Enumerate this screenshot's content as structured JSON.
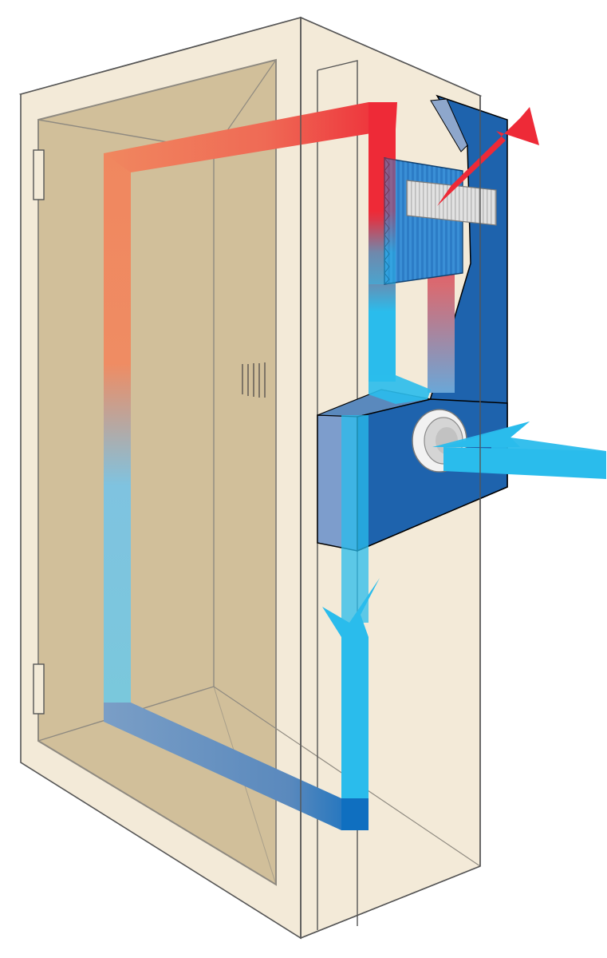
{
  "diagram": {
    "kind": "enclosure-cooling-airflow",
    "colors": {
      "background": "#ffffff",
      "cabinet_face": "#f3ead8",
      "cabinet_interior": "#d1bf9a",
      "cabinet_outline": "#555555",
      "unit_body": "#1e63ad",
      "unit_dark": "#154d8c",
      "heat_exchanger": "#3a8fd6",
      "filter": "#d6d6d6",
      "hot_air": "#ee2a37",
      "warm_air": "#f0875f",
      "cool_air": "#2abcec",
      "return_air": "#7a9ec6"
    },
    "elements": [
      {
        "name": "enclosure-cabinet"
      },
      {
        "name": "cabinet-door"
      },
      {
        "name": "door-hinge-upper"
      },
      {
        "name": "door-hinge-lower"
      },
      {
        "name": "door-vent"
      },
      {
        "name": "internal-air-loop"
      },
      {
        "name": "cooling-unit"
      },
      {
        "name": "heat-exchanger"
      },
      {
        "name": "air-filter"
      },
      {
        "name": "intake-fan"
      },
      {
        "name": "hot-exhaust-arrow"
      },
      {
        "name": "ambient-intake-arrow"
      },
      {
        "name": "cold-supply-arrow"
      }
    ]
  }
}
